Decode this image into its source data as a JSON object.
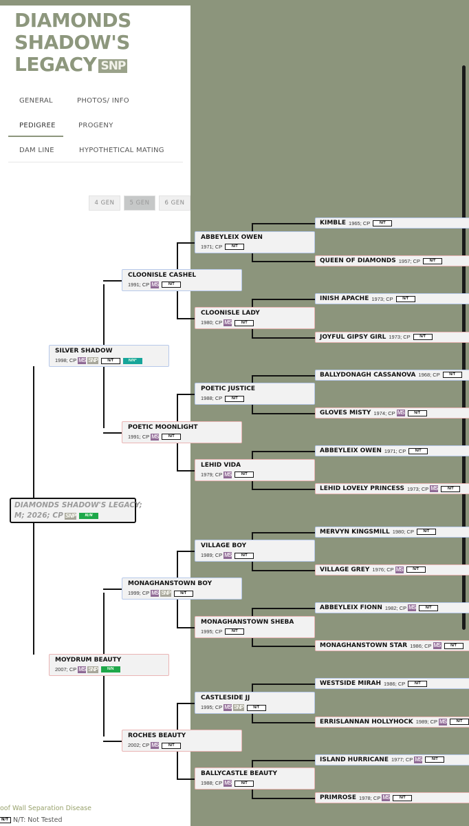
{
  "horse": {
    "title": "DIAMONDS SHADOW'S LEGACY",
    "title_badge": "SNP",
    "line1": "DIAMONDS SHADOW'S LEGACY;",
    "line2": "M; 2026; CP",
    "badge_snp": "SNP",
    "badge_result": "N/N"
  },
  "nav": {
    "general": "GENERAL",
    "photos": "PHOTOS/ INFO",
    "pedigree": "PEDIGREE",
    "progeny": "PROGENY",
    "dam_line": "DAM LINE",
    "hypothetical": "HYPOTHETICAL MATING"
  },
  "gen_buttons": {
    "g4": "4 GEN",
    "g5": "5 GEN",
    "g6": "6 GEN",
    "selected": "5 GEN"
  },
  "badge_labels": {
    "ms": "MS",
    "snp": "SNP",
    "nt": "N/T",
    "nn": "N/N",
    "nn_star": "N/N*"
  },
  "gen1": [
    {
      "name": "SILVER SHADOW",
      "info": "1998; CP",
      "sex": "male",
      "ms": true,
      "snp": true,
      "nt": true,
      "nn_star": true
    },
    {
      "name": "MOYDRUM BEAUTY",
      "info": "2007; CP",
      "sex": "female",
      "ms": true,
      "snp": true,
      "nn": true
    }
  ],
  "gen2": [
    {
      "name": "CLOONISLE CASHEL",
      "info": "1991; CP",
      "sex": "male",
      "ms": true,
      "nt": true
    },
    {
      "name": "POETIC MOONLIGHT",
      "info": "1991; CP",
      "sex": "female",
      "ms": true,
      "nt": true
    },
    {
      "name": "MONAGHANSTOWN BOY",
      "info": "1999; CP",
      "sex": "male",
      "ms": true,
      "snp": true,
      "nt": true
    },
    {
      "name": "ROCHES BEAUTY",
      "info": "2002; CP",
      "sex": "female",
      "ms": true,
      "nt": true
    }
  ],
  "gen3": [
    {
      "name": "ABBEYLEIX OWEN",
      "info": "1971; CP",
      "sex": "male",
      "nt": true
    },
    {
      "name": "CLOONISLE LADY",
      "info": "1980; CP",
      "sex": "female",
      "ms": true,
      "nt": true
    },
    {
      "name": "POETIC JUSTICE",
      "info": "1988; CP",
      "sex": "male",
      "nt": true
    },
    {
      "name": "LEHID VIDA",
      "info": "1979; CP",
      "sex": "female",
      "ms": true,
      "nt": true
    },
    {
      "name": "VILLAGE BOY",
      "info": "1989; CP",
      "sex": "male",
      "ms": true,
      "nt": true
    },
    {
      "name": "MONAGHANSTOWN SHEBA",
      "info": "1995; CP",
      "sex": "female",
      "nt": true
    },
    {
      "name": "CASTLESIDE JJ",
      "info": "1995; CP",
      "sex": "male",
      "ms": true,
      "snp": true,
      "nt": true
    },
    {
      "name": "BALLYCASTLE BEAUTY",
      "info": "1988; CP",
      "sex": "female",
      "ms": true,
      "nt": true
    }
  ],
  "gen4": [
    {
      "name": "KIMBLE",
      "info": "1965; CP",
      "sex": "male",
      "nt": true
    },
    {
      "name": "QUEEN OF DIAMONDS",
      "info": "1957; CP",
      "sex": "female",
      "nt": true
    },
    {
      "name": "INISH APACHE",
      "info": "1973; CP",
      "sex": "male",
      "nt": true
    },
    {
      "name": "JOYFUL GIPSY GIRL",
      "info": "1973; CP",
      "sex": "female",
      "nt": true
    },
    {
      "name": "BALLYDONAGH CASSANOVA",
      "info": "1968; CP",
      "sex": "male",
      "nt": true
    },
    {
      "name": "GLOVES MISTY",
      "info": "1974; CP",
      "sex": "female",
      "ms": true,
      "nt": true
    },
    {
      "name": "ABBEYLEIX OWEN",
      "info": "1971; CP",
      "sex": "male",
      "nt": true
    },
    {
      "name": "LEHID LOVELY PRINCESS",
      "info": "1973; CP",
      "sex": "female",
      "ms": true,
      "nt": true
    },
    {
      "name": "MERVYN KINGSMILL",
      "info": "1980; CP",
      "sex": "male",
      "nt": true
    },
    {
      "name": "VILLAGE GREY",
      "info": "1976; CP",
      "sex": "female",
      "ms": true,
      "nt": true
    },
    {
      "name": "ABBEYLEIX FIONN",
      "info": "1982; CP",
      "sex": "male",
      "ms": true,
      "nt": true
    },
    {
      "name": "MONAGHANSTOWN STAR",
      "info": "1986; CP",
      "sex": "female",
      "ms": true,
      "nt": true
    },
    {
      "name": "WESTSIDE MIRAH",
      "info": "1986; CP",
      "sex": "male",
      "nt": true
    },
    {
      "name": "ERRISLANNAN HOLLYHOCK",
      "info": "1989; CP",
      "sex": "female",
      "ms": true,
      "nt": true
    },
    {
      "name": "ISLAND HURRICANE",
      "info": "1977; CP",
      "sex": "male",
      "ms": true,
      "nt": true
    },
    {
      "name": "PRIMROSE",
      "info": "1978; CP",
      "sex": "female",
      "ms": true,
      "nt": true
    }
  ],
  "legend": {
    "hwsd": "oof Wall Separation Disease",
    "nt_badge": "N/T",
    "nt_text": "N/T: Not Tested"
  }
}
